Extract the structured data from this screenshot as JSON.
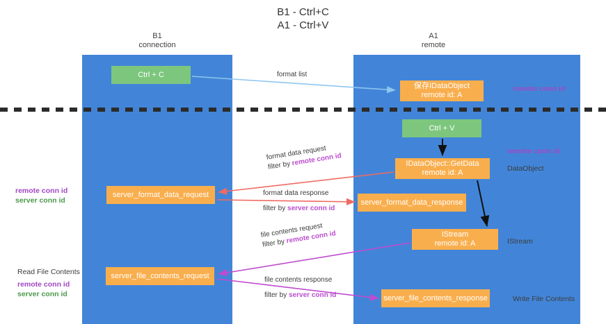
{
  "title": {
    "line1": "B1 - Ctrl+C",
    "line2": "A1 - Ctrl+V"
  },
  "lanes": [
    {
      "name": "b1",
      "title": "B1",
      "subtitle": "connection",
      "color": "#4285d8"
    },
    {
      "name": "a1",
      "title": "A1",
      "subtitle": "remote",
      "color": "#4285d8"
    }
  ],
  "boxes": {
    "ctrl_c": {
      "line1": "Ctrl + C",
      "color": "#7dc67d"
    },
    "idataobject": {
      "line1": "保存IDataObject",
      "line2": "remote id: A",
      "color": "#f9ae4d"
    },
    "ctrl_v": {
      "line1": "Ctrl + V",
      "color": "#7dc67d"
    },
    "getdata": {
      "line1": "IDataObject::GetData",
      "line2": "remote id: A",
      "color": "#f9ae4d"
    },
    "format_data_request": {
      "line1": "server_format_data_request",
      "color": "#f9ae4d"
    },
    "format_data_response": {
      "line1": "server_format_data_response",
      "color": "#f9ae4d"
    },
    "istream": {
      "line1": "IStream",
      "line2": "remote id: A",
      "color": "#f9ae4d"
    },
    "file_contents_request": {
      "line1": "server_file_contents_request",
      "color": "#f9ae4d"
    },
    "file_contents_response": {
      "line1": "server_file_contents_response",
      "color": "#f9ae4d"
    }
  },
  "arrow_labels": {
    "format_list": "format list",
    "format_data_request": {
      "line1": "format data request",
      "filter_prefix": "filter by ",
      "filter_key": "remote conn id"
    },
    "format_data_response": {
      "line1": "format data response",
      "filter_prefix": "filter by ",
      "filter_key": "server conn id"
    },
    "file_contents_request": {
      "line1": "file contents request",
      "filter_prefix": "filter by ",
      "filter_key": "remote conn id"
    },
    "file_contents_response": {
      "line1": "file contents response",
      "filter_prefix": "filter by ",
      "filter_key": "server conn id"
    }
  },
  "side_labels": {
    "right_top": "remote conn id",
    "right_getdata": "remote conn id",
    "right_dataobject": "DataObject",
    "right_istream": "IStream",
    "right_write": "Write File Contents",
    "left_format": {
      "line1": "remote conn id",
      "line2": "server conn id"
    },
    "left_file": {
      "line0": "Read File Contents",
      "line1": "remote conn id",
      "line2": "server conn id"
    }
  },
  "colors": {
    "lane": "#4285d8",
    "green_box": "#7dc67d",
    "orange_box": "#f9ae4d",
    "purple_text": "#a347c4",
    "green_text": "#4c9a4c",
    "arrow_blue": "#8ec6ef",
    "arrow_red": "#ef6b62",
    "arrow_magenta": "#c04ad0",
    "arrow_black": "#111111",
    "divider": "#2b2b2b"
  }
}
